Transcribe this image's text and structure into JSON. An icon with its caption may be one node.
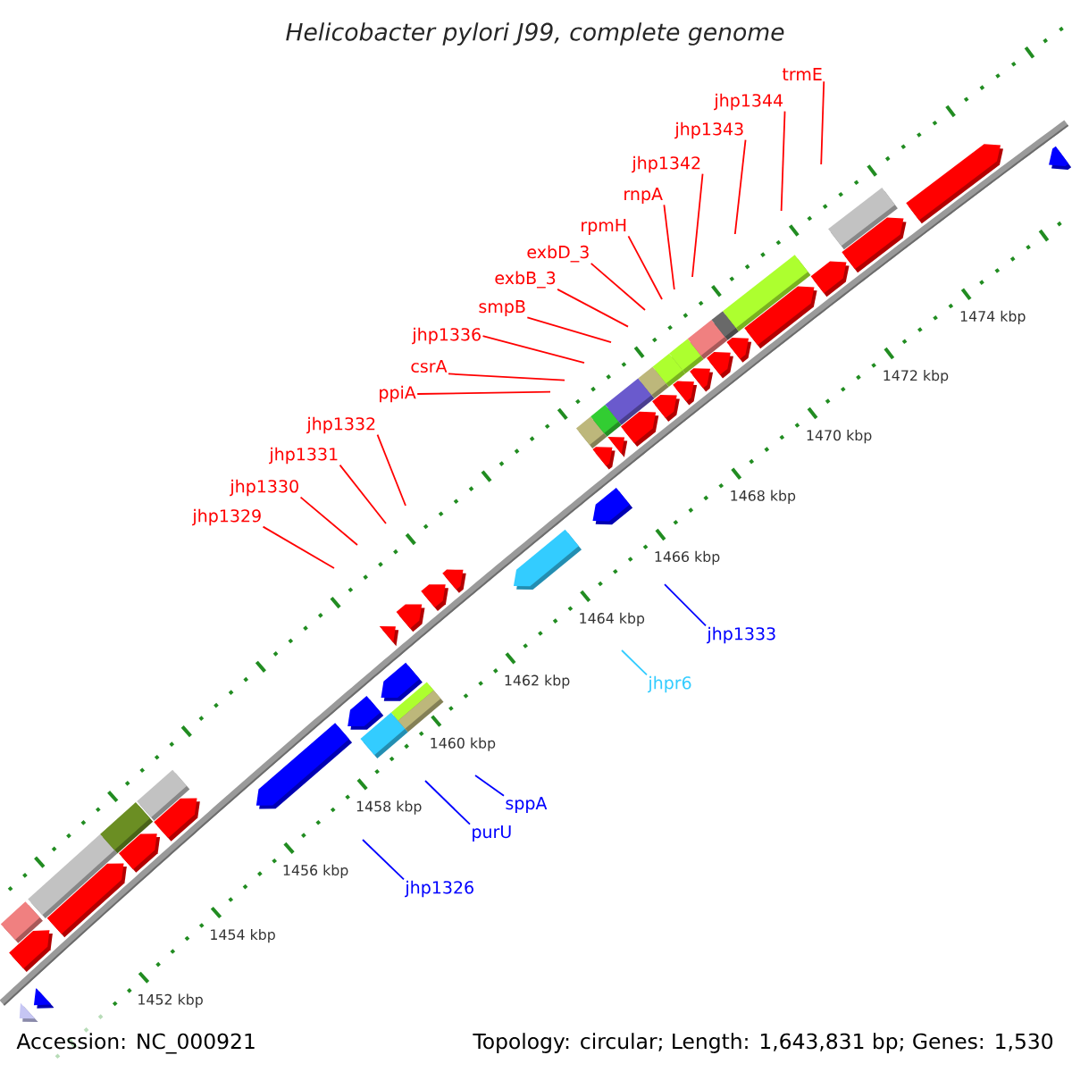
{
  "diagram": {
    "title": "Helicobacter pylori J99, complete genome",
    "nodes": [
      {
        "text": [
          "trmE"
        ]
      },
      {
        "text": [
          "jhp1344"
        ]
      },
      {
        "text": [
          "jhp1343"
        ]
      },
      {
        "text": [
          "jhp1342"
        ]
      },
      {
        "text": [
          "rnpA"
        ]
      },
      {
        "text": [
          "rpmH"
        ]
      },
      {
        "text": [
          "exbD_3"
        ]
      },
      {
        "text": [
          "exbB_3"
        ]
      },
      {
        "text": [
          "smpB"
        ]
      },
      {
        "text": [
          "jhp1336"
        ]
      },
      {
        "text": [
          "csrA"
        ]
      },
      {
        "text": [
          "ppiA"
        ]
      },
      {
        "text": [
          "jhp1332"
        ]
      },
      {
        "text": [
          "jhp1331"
        ]
      },
      {
        "text": [
          "jhp1330"
        ]
      },
      {
        "text": [
          "jhp1329"
        ]
      },
      {
        "text": [
          "jhp1333"
        ]
      },
      {
        "text": [
          "jhpr6"
        ]
      },
      {
        "text": [
          "sppA"
        ]
      },
      {
        "text": [
          "purU"
        ]
      },
      {
        "text": [
          "jhp1326"
        ]
      }
    ],
    "edges": [
      {
        "from": 0,
        "to": null,
        "arrow": "none"
      },
      {
        "from": 1,
        "to": null,
        "arrow": "none"
      },
      {
        "from": 2,
        "to": null,
        "arrow": "none"
      },
      {
        "from": 3,
        "to": null,
        "arrow": "none"
      },
      {
        "from": 4,
        "to": null,
        "arrow": "none"
      },
      {
        "from": 5,
        "to": null,
        "arrow": "none"
      },
      {
        "from": 6,
        "to": null,
        "arrow": "none"
      },
      {
        "from": 7,
        "to": null,
        "arrow": "none"
      },
      {
        "from": 8,
        "to": null,
        "arrow": "none"
      },
      {
        "from": 9,
        "to": null,
        "arrow": "none"
      },
      {
        "from": 10,
        "to": null,
        "arrow": "none"
      },
      {
        "from": 11,
        "to": null,
        "arrow": "none"
      },
      {
        "from": 12,
        "to": null,
        "arrow": "none"
      },
      {
        "from": 13,
        "to": null,
        "arrow": "none"
      },
      {
        "from": 14,
        "to": null,
        "arrow": "none"
      },
      {
        "from": 15,
        "to": null,
        "arrow": "none"
      },
      {
        "from": 16,
        "to": null,
        "arrow": "none",
        "color": "#0000ff"
      },
      {
        "from": 17,
        "to": null,
        "arrow": "none",
        "color": "#33ccff"
      },
      {
        "from": 18,
        "to": null,
        "arrow": "none",
        "color": "#0000ff"
      },
      {
        "from": 19,
        "to": null,
        "arrow": "none",
        "color": "#0000ff"
      },
      {
        "from": 20,
        "to": null,
        "arrow": "none",
        "color": "#0000ff"
      }
    ],
    "labels": [
      "1474 kbp",
      "1472 kbp",
      "1470 kbp",
      "1468 kbp",
      "1466 kbp",
      "1464 kbp",
      "1462 kbp",
      "1460 kbp",
      "1458 kbp",
      "1456 kbp",
      "1454 kbp",
      "1452 kbp",
      "Accession: NC_000921",
      "Topology: circular; Length: 1,643,831 bp; Genes: 1,530"
    ]
  }
}
